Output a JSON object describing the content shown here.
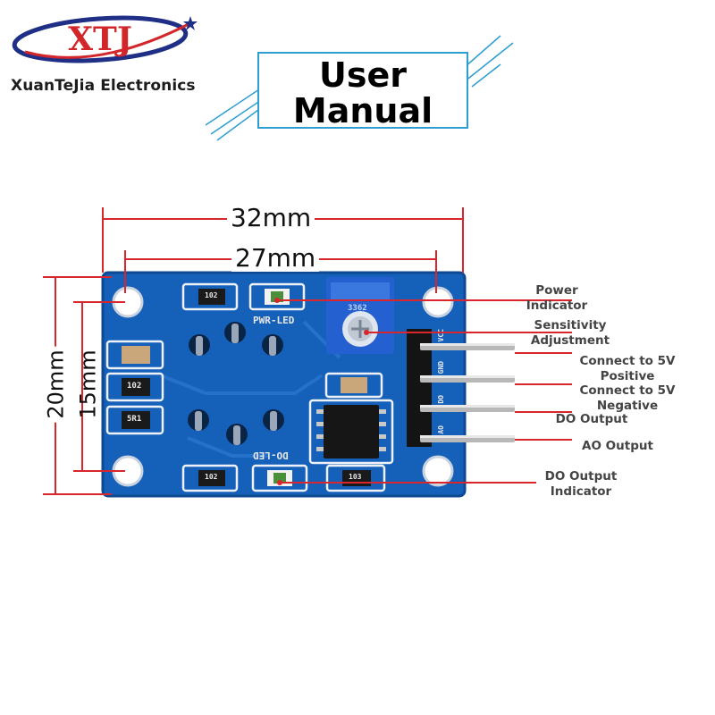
{
  "brand": {
    "logo_text": "XTJ",
    "name": "XuanTeJia Electronics"
  },
  "title": {
    "line1": "User",
    "line2": "Manual"
  },
  "dimensions": {
    "width_outer": "32mm",
    "width_inner": "27mm",
    "height_outer": "20mm",
    "height_inner": "15mm"
  },
  "callouts": {
    "power": [
      "Power",
      "Indicator"
    ],
    "sensitivity": [
      "Sensitivity",
      "Adjustment"
    ],
    "vcc": [
      "Connect to 5V",
      "Positive"
    ],
    "gnd": [
      "Connect to 5V",
      "Negative"
    ],
    "do": "DO Output",
    "ao": "AO Output",
    "do_led": [
      "DO Output",
      "Indicator"
    ]
  },
  "board_markings": {
    "pwr_led": "PWR-LED",
    "do_led": "DO-LED",
    "r1": "102",
    "r2": "102",
    "r3": "5R1",
    "r4": "102",
    "r5": "103",
    "pot": "3362",
    "pins": [
      "VCC",
      "GND",
      "DO",
      "AO"
    ]
  },
  "colors": {
    "pcb": "#1560b8",
    "accent": "#2d9ed2",
    "callout_line": "#d8262c",
    "dimension_line": "#d8262c",
    "logo_red": "#d3262b",
    "logo_navy": "#1f2f86"
  }
}
